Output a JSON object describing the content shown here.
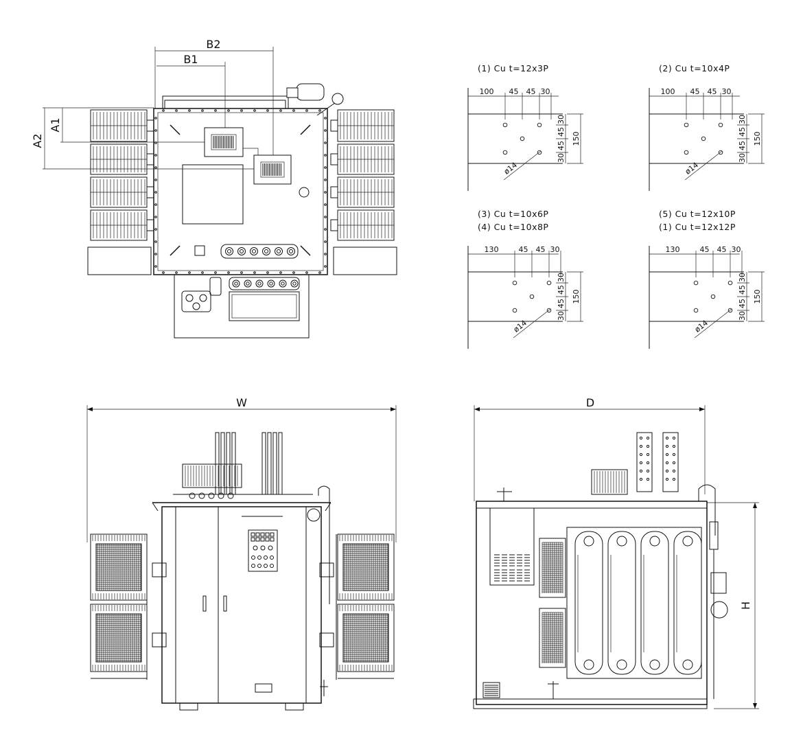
{
  "top_view": {
    "dim_a1": "A1",
    "dim_a2": "A2",
    "dim_b1": "B1",
    "dim_b2": "B2"
  },
  "front_view": {
    "dim_w": "W"
  },
  "side_view": {
    "dim_d": "D",
    "dim_h": "H"
  },
  "busbars": [
    {
      "header_lines": [
        "(1)  Cu   t=12x3P"
      ],
      "top_dims": [
        "100",
        "45",
        "45",
        "30"
      ],
      "side_dims": [
        "30",
        "45",
        "45",
        "30"
      ],
      "height_dim": "150",
      "hole_label": "ø14"
    },
    {
      "header_lines": [
        "(2)  Cu   t=10x4P"
      ],
      "top_dims": [
        "100",
        "45",
        "45",
        "30"
      ],
      "side_dims": [
        "30",
        "45",
        "45",
        "30"
      ],
      "height_dim": "150",
      "hole_label": "ø14"
    },
    {
      "header_lines": [
        "(3)  Cu   t=10x6P",
        "(4)  Cu   t=10x8P"
      ],
      "top_dims": [
        "130",
        "45",
        "45",
        "30"
      ],
      "side_dims": [
        "30",
        "45",
        "45",
        "30"
      ],
      "height_dim": "150",
      "hole_label": "ø14"
    },
    {
      "header_lines": [
        "(5)  Cu   t=12x10P",
        "(1)  Cu   t=12x12P"
      ],
      "top_dims": [
        "130",
        "45",
        "45",
        "30"
      ],
      "side_dims": [
        "30",
        "45",
        "45",
        "30"
      ],
      "height_dim": "150",
      "hole_label": "ø14"
    }
  ],
  "colors": {
    "line": "#111111",
    "background": "#ffffff"
  }
}
